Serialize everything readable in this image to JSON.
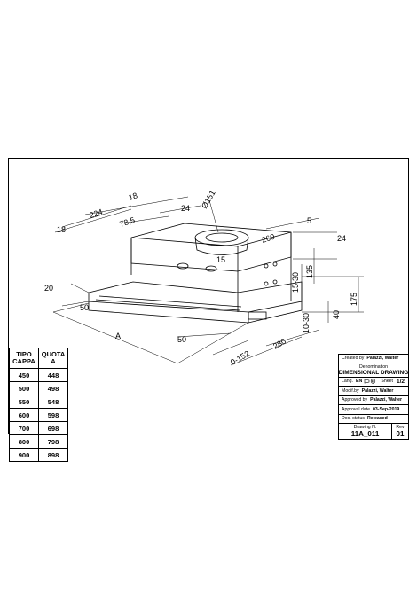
{
  "dimensions": {
    "d18a": "18",
    "d224": "224",
    "d18b": "18",
    "d785": "78,5",
    "d24a": "24",
    "d151": "Ø151",
    "d5": "5",
    "d24b": "24",
    "d260": "260",
    "d15": "15",
    "d1530": "15-30",
    "d135": "135",
    "d20": "20",
    "d50a": "50",
    "dA": "A",
    "d50b": "50",
    "d175": "175",
    "d40": "40",
    "d1030": "10-30",
    "d280": "280",
    "d0152": "0-152"
  },
  "size_table": {
    "header_col1": [
      "TIPO",
      "CAPPA"
    ],
    "header_col2": [
      "QUOTA",
      "A"
    ],
    "rows": [
      [
        "450",
        "448"
      ],
      [
        "500",
        "498"
      ],
      [
        "550",
        "548"
      ],
      [
        "600",
        "598"
      ],
      [
        "700",
        "698"
      ],
      [
        "800",
        "798"
      ],
      [
        "900",
        "898"
      ]
    ]
  },
  "title_block": {
    "created_label": "Created by",
    "created_value": "Palazzi, Walter",
    "denomination_label": "Denomination",
    "denomination_value": "DIMENSIONAL DRAWING",
    "lang_label": "Lang.",
    "lang_value": "EN",
    "sheet_label": "Sheet",
    "sheet_value": "1/2",
    "modif_label": "Modif.by",
    "modif_value": "Palazzi, Walter",
    "approved_label": "Approved by",
    "approved_value": "Palazzi, Walter",
    "approval_date_label": "Approval date",
    "approval_date_value": "03-Sep-2019",
    "doc_status_label": "Doc. status",
    "doc_status_value": "Released",
    "drawing_no_label": "Drawing N.",
    "drawing_no_value": "11A_011",
    "rev_label": "Rev",
    "rev_value": "01"
  }
}
